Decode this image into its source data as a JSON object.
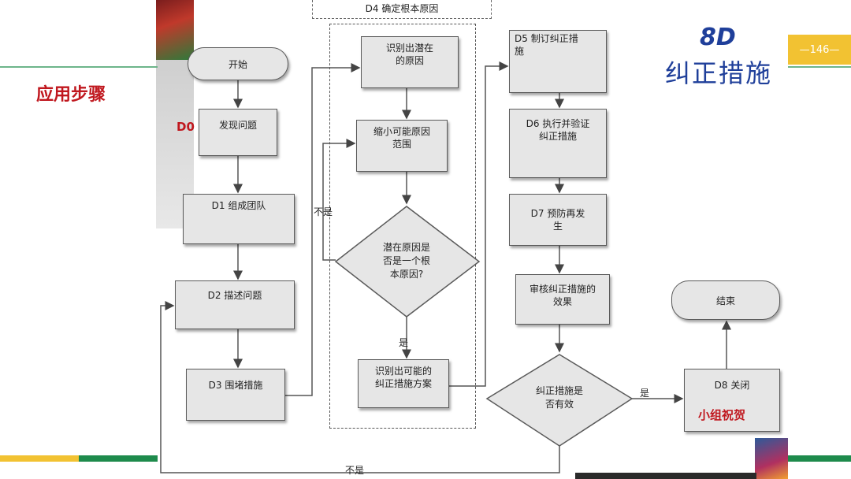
{
  "header": {
    "page_number": "146",
    "side_title": "应用步骤",
    "brand_8d": "8D",
    "brand_title": "纠正措施"
  },
  "flow": {
    "d4_group_label": "D4 确定根本原因",
    "start": "开始",
    "d0_tag": "D0",
    "discover": "发现问题",
    "d1": "D1 组成团队",
    "d2": "D2 描述问题",
    "d3": "D3 围堵措施",
    "potential_cause": [
      "识别出潜在",
      "的原因"
    ],
    "narrow_scope": [
      "缩小可能原因",
      "范围"
    ],
    "root_decision": [
      "潜在原因是",
      "否是一个根",
      "本原因?"
    ],
    "possible_actions": [
      "识别出可能的",
      "纠正措施方案"
    ],
    "d5": [
      "D5 制订纠正措",
      "施"
    ],
    "d6": [
      "D6 执行并验证",
      "纠正措施"
    ],
    "d7": [
      "D7 预防再发",
      "生"
    ],
    "review": [
      "审核纠正措施的",
      "效果"
    ],
    "effective_decision": [
      "纠正措施是",
      "否有效"
    ],
    "d8": "D8 关闭",
    "celebrate": "小组祝贺",
    "end": "结束",
    "label_no_1": "不是",
    "label_yes_1": "是",
    "label_yes_2": "是",
    "label_no_2": "不是"
  },
  "colors": {
    "accent_red": "#c0171e",
    "accent_blue": "#1f3f9a",
    "bar_green": "#1e8b4c",
    "bar_yellow": "#f2c232",
    "rule_green": "#6db58a"
  }
}
